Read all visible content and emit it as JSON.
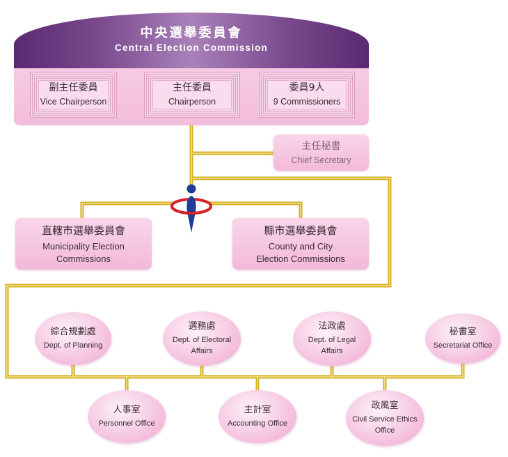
{
  "header": {
    "title_zh": "中央選舉委員會",
    "title_en": "Central Election Commission"
  },
  "leadership": [
    {
      "zh": "副主任委員",
      "en": "Vice Chairperson"
    },
    {
      "zh": "主任委員",
      "en": "Chairperson"
    },
    {
      "zh": "委員9人",
      "en": "9 Commissioners"
    }
  ],
  "chief_secretary": {
    "zh": "主任秘書",
    "en": "Chief Secretary"
  },
  "local_commissions": [
    {
      "zh": "直轄市選舉委員會",
      "en_lines": [
        "Municipality Election",
        "Commissions"
      ]
    },
    {
      "zh": "縣市選舉委員會",
      "en_lines": [
        "County and City",
        "Election Commissions"
      ]
    }
  ],
  "units": [
    {
      "zh": "綜合規劃處",
      "en_lines": [
        "Dept. of Planning"
      ]
    },
    {
      "zh": "選務處",
      "en_lines": [
        "Dept. of Electoral",
        "Affairs"
      ]
    },
    {
      "zh": "法政處",
      "en_lines": [
        "Dept. of Legal",
        "Affairs"
      ]
    },
    {
      "zh": "秘書室",
      "en_lines": [
        "Secretariat Office"
      ]
    },
    {
      "zh": "人事室",
      "en_lines": [
        "Personnel Office"
      ]
    },
    {
      "zh": "主計室",
      "en_lines": [
        "Accounting Office"
      ]
    },
    {
      "zh": "政風室",
      "en_lines": [
        "Civil Service Ethics",
        "Office"
      ]
    }
  ],
  "icons": {
    "emblem": "cec-emblem-icon"
  },
  "colors": {
    "banner_purple": "#5a2a70",
    "panel_pink": "#f3bcdc",
    "connector_gold": "#d4ae1f",
    "emblem_blue": "#1d3d98",
    "emblem_red": "#d6232a"
  }
}
